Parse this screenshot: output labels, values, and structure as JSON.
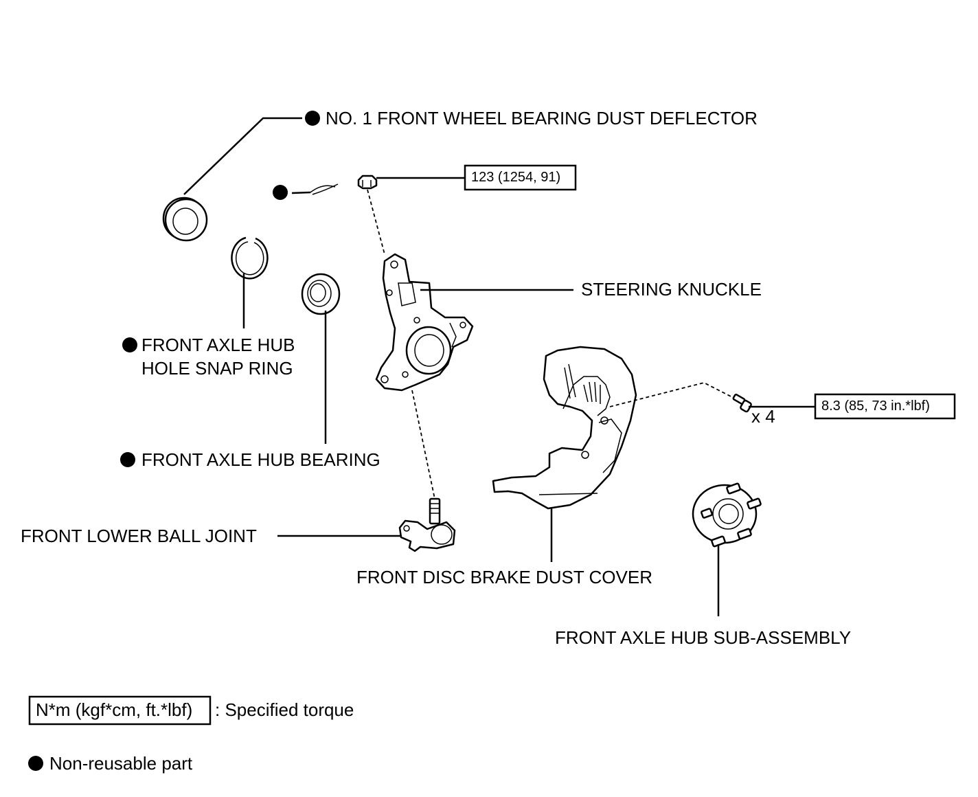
{
  "labels": {
    "dust_deflector": "NO. 1 FRONT WHEEL BEARING DUST DEFLECTOR",
    "steering_knuckle": "STEERING KNUCKLE",
    "snap_ring_line1": "FRONT AXLE HUB",
    "snap_ring_line2": "HOLE SNAP RING",
    "hub_bearing": "FRONT AXLE HUB BEARING",
    "lower_ball_joint": "FRONT LOWER BALL JOINT",
    "dust_cover": "FRONT DISC BRAKE DUST COVER",
    "hub_sub_assembly": "FRONT AXLE HUB SUB-ASSEMBLY",
    "bolt_qty": "x 4"
  },
  "torques": {
    "ball_joint_nut": "123 (1254, 91)",
    "dust_cover_bolt": "8.3 (85, 73 in.*lbf)"
  },
  "legend": {
    "torque_unit": "N*m (kgf*cm, ft.*lbf)",
    "torque_desc": ": Specified torque",
    "non_reusable": "Non-reusable part"
  }
}
